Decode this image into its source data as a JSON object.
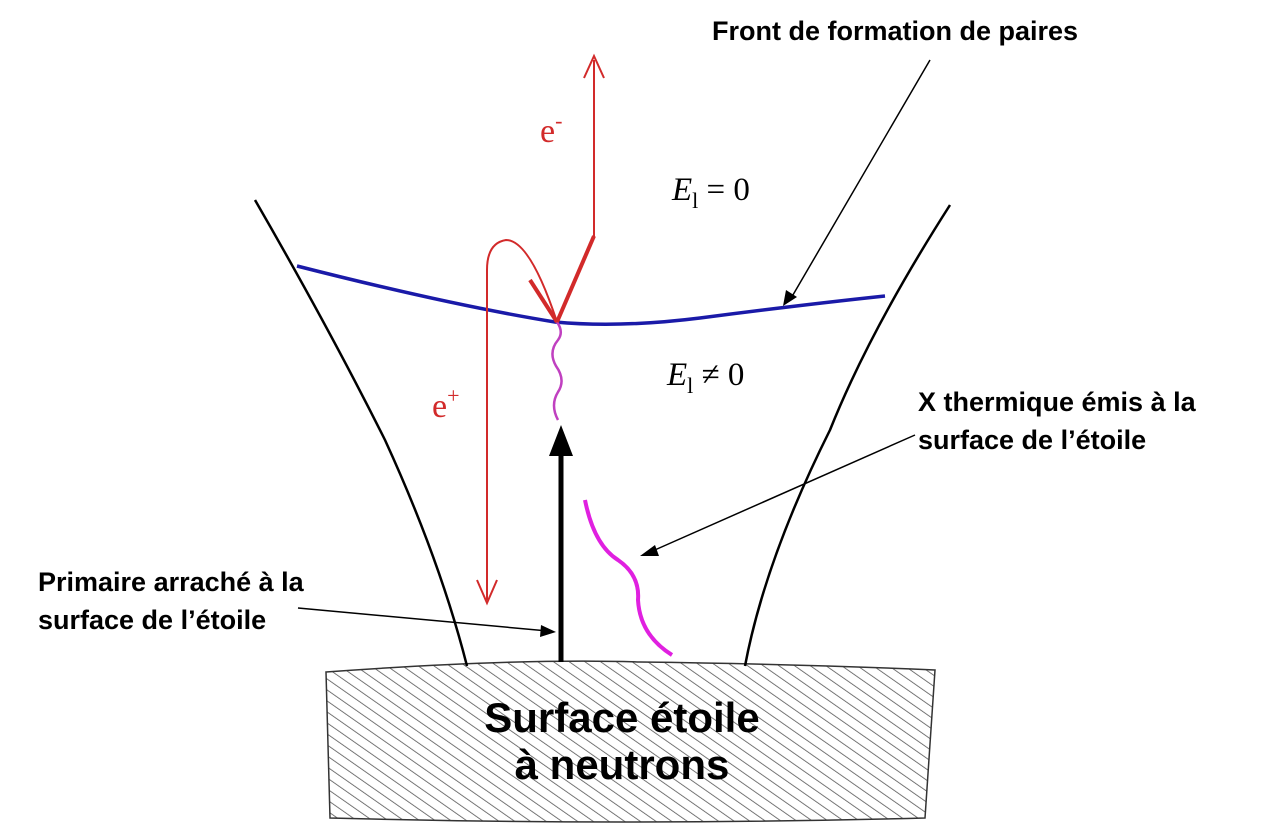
{
  "labels": {
    "front": "Front de formation de paires",
    "x_thermal_line1": "X thermique émis à la",
    "x_thermal_line2": "surface de l’étoile",
    "primary_line1": "Primaire arraché à la",
    "primary_line2": "surface de l’étoile",
    "surface_line1": "Surface étoile",
    "surface_line2": "à neutrons",
    "electron_base": "e",
    "electron_sup": "-",
    "positron_base": "e",
    "positron_sup": "+"
  },
  "equations": {
    "field_above": {
      "symbol": "E",
      "subscript": "l",
      "relation": " = 0"
    },
    "field_below": {
      "symbol": "E",
      "subscript": "l",
      "relation": " ≠ 0"
    }
  },
  "colors": {
    "pair_front": "#1a1aa8",
    "particle_tracks": "#d22a2a",
    "photon": "#e020e0",
    "field_lines": "#000000",
    "surface_hatch": "#555555"
  }
}
